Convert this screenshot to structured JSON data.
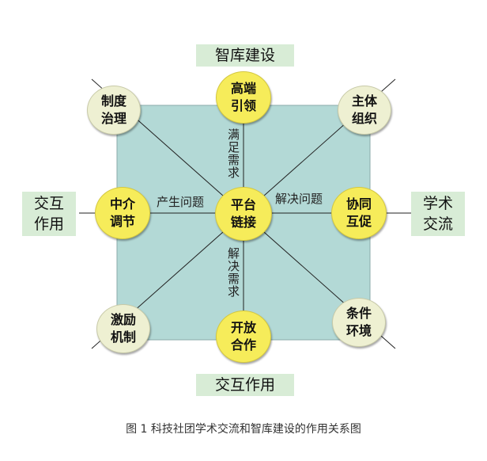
{
  "boxes": {
    "top": "智库建设",
    "bottom": "交互作用",
    "left": "交互\n作用",
    "right": "学术\n交流"
  },
  "nodes": {
    "center": "平台\n链接",
    "top": "高端\n引领",
    "bottom": "开放\n合作",
    "left": "中介\n调节",
    "right": "协同\n互促",
    "top_left": "制度\n治理",
    "top_right": "主体\n组织",
    "bottom_left": "激励\n机制",
    "bottom_right": "条件\n环境"
  },
  "annotations": {
    "top": "满足需求",
    "bottom": "解决需求",
    "left": "产生问题",
    "right": "解决问题"
  },
  "caption": "图 1  科技社团学术交流和智库建设的作用关系图",
  "colors": {
    "square_fill": "#b3d9d6",
    "box_fill": "#d8ecd6",
    "node_yellow": "#f6ec5a",
    "node_pale": "#eef0d2"
  }
}
